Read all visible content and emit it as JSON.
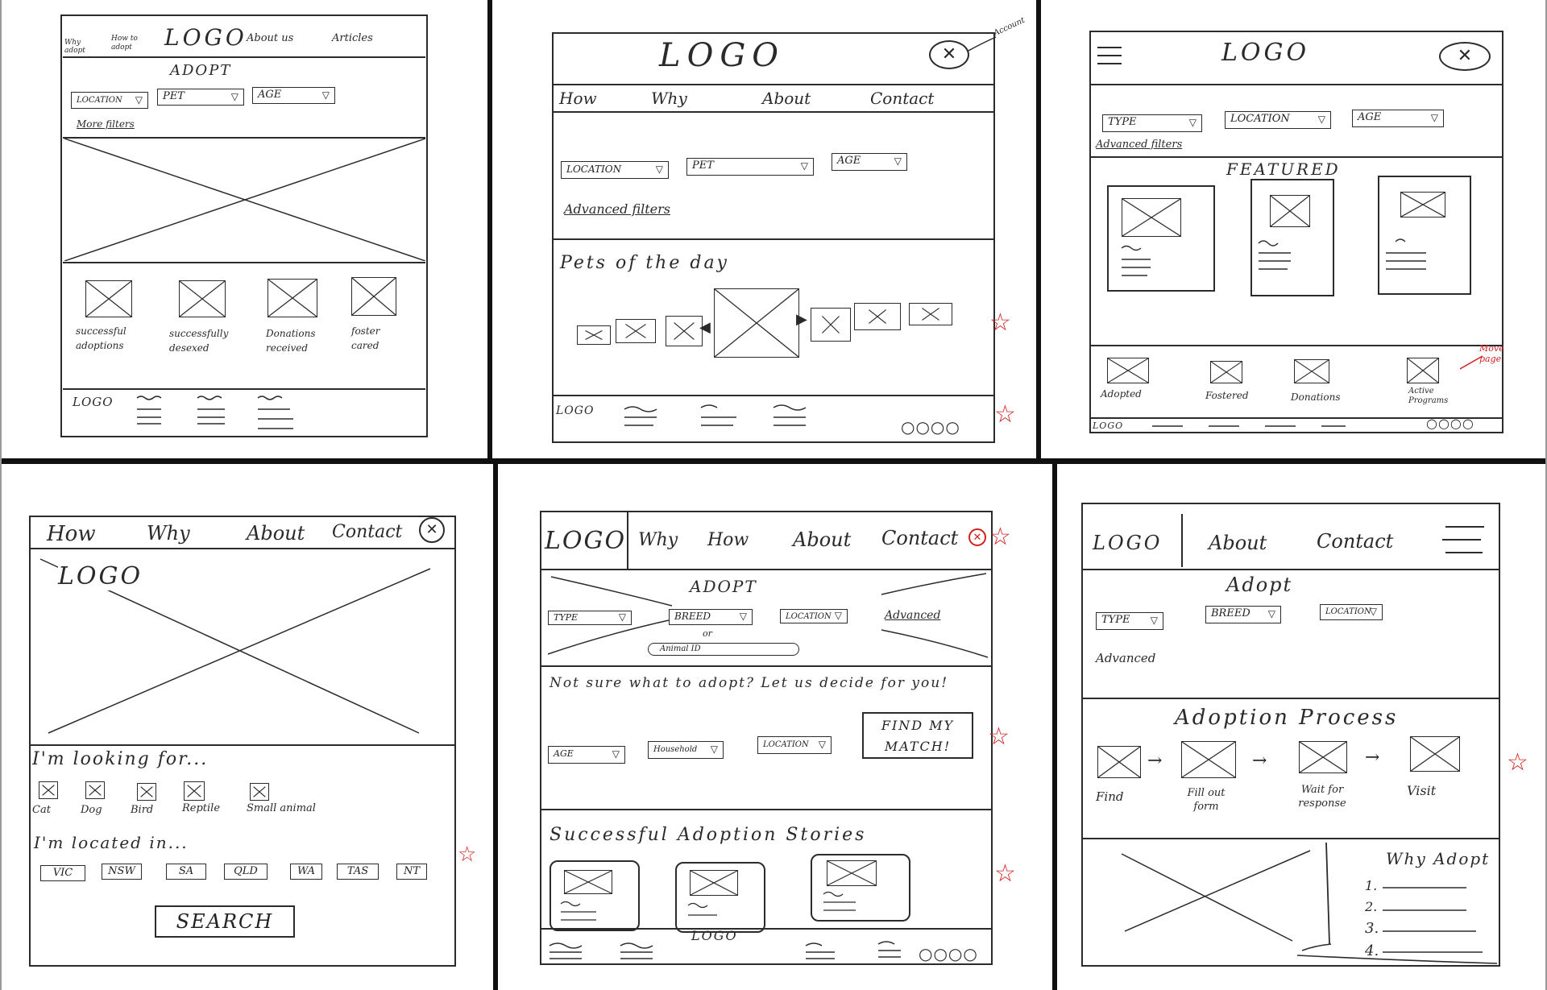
{
  "colors": {
    "ink": "#2b2b2b",
    "annotation": "#d11f1f",
    "paper": "#ffffff"
  },
  "icons": {
    "close": "close-circle-icon",
    "star": "red-star-icon",
    "menu": "hamburger-menu-icon"
  },
  "sketch1": {
    "nav": {
      "why": "Why adopt",
      "how": "How to adopt",
      "logo": "LOGO",
      "about": "About us",
      "articles": "Articles"
    },
    "section_title": "ADOPT",
    "filters": [
      "LOCATION",
      "PET",
      "AGE"
    ],
    "more_filters": "More filters",
    "stats": [
      "successful adoptions",
      "successfully desexed",
      "Donations received",
      "foster cared"
    ],
    "footer_logo": "LOGO"
  },
  "sketch2": {
    "logo": "LOGO",
    "account_note": "Account",
    "nav": [
      "How",
      "Why",
      "About",
      "Contact"
    ],
    "filters": [
      "LOCATION",
      "PET",
      "AGE"
    ],
    "advanced": "Advanced filters",
    "pets_title": "Pets of the day",
    "footer_logo": "LOGO",
    "social": "○○○○"
  },
  "sketch3": {
    "logo": "LOGO",
    "filters": [
      "TYPE",
      "LOCATION",
      "AGE"
    ],
    "advanced": "Advanced filters",
    "featured": "FEATURED",
    "stats": [
      "Adopted",
      "Fostered",
      "Donations",
      "Active Programs"
    ],
    "note": "Move page",
    "footer_logo": "LOGO",
    "social": "○○○○"
  },
  "sketch4": {
    "nav": [
      "How",
      "Why",
      "About",
      "Contact"
    ],
    "logo": "LOGO",
    "looking": "I'm looking for...",
    "animals": [
      "Cat",
      "Dog",
      "Bird",
      "Reptile",
      "Small animal"
    ],
    "located": "I'm located in...",
    "states": [
      "VIC",
      "NSW",
      "SA",
      "QLD",
      "WA",
      "TAS",
      "NT"
    ],
    "search": "SEARCH"
  },
  "sketch5": {
    "logo": "LOGO",
    "nav": [
      "Why",
      "How",
      "About",
      "Contact"
    ],
    "adopt": "ADOPT",
    "filters": [
      "TYPE",
      "BREED",
      "LOCATION"
    ],
    "advanced": "Advanced",
    "or": "or",
    "animal_id": "Animal ID",
    "prompt": "Not sure what to adopt? Let us decide for you!",
    "match_filters": [
      "AGE",
      "Household",
      "LOCATION"
    ],
    "find": "FIND MY MATCH!",
    "stories": "Successful Adoption Stories",
    "footer_logo": "LOGO",
    "social": "○○○○"
  },
  "sketch6": {
    "logo": "LOGO",
    "nav": [
      "About",
      "Contact"
    ],
    "adopt": "Adopt",
    "filters": [
      "TYPE",
      "BREED",
      "LOCATION"
    ],
    "advanced": "Advanced",
    "process_title": "Adoption Process",
    "steps": [
      "Find",
      "Fill out form",
      "Wait for response",
      "Visit"
    ],
    "why_title": "Why Adopt",
    "why_items": [
      "1.",
      "2.",
      "3.",
      "4."
    ]
  }
}
